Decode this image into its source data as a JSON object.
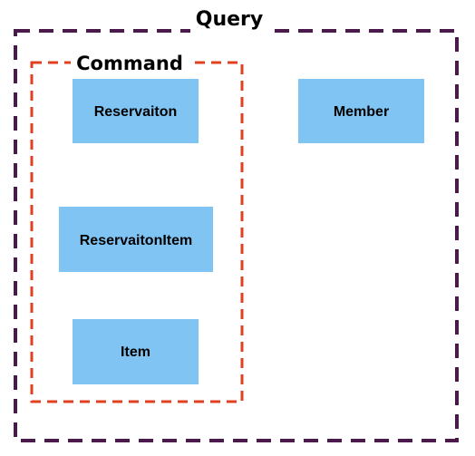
{
  "colors": {
    "query_border": "#4a1a4a",
    "command_border": "#e0401f",
    "node_fill": "#7fc4f2",
    "label_text": "#000000",
    "background": "#ffffff"
  },
  "groups": {
    "query": {
      "label": "Query"
    },
    "command": {
      "label": "Command"
    }
  },
  "nodes": {
    "reservaiton": {
      "label": "Reservaiton"
    },
    "member": {
      "label": "Member"
    },
    "reservaiton_item": {
      "label": "ReservaitonItem"
    },
    "item": {
      "label": "Item"
    }
  }
}
